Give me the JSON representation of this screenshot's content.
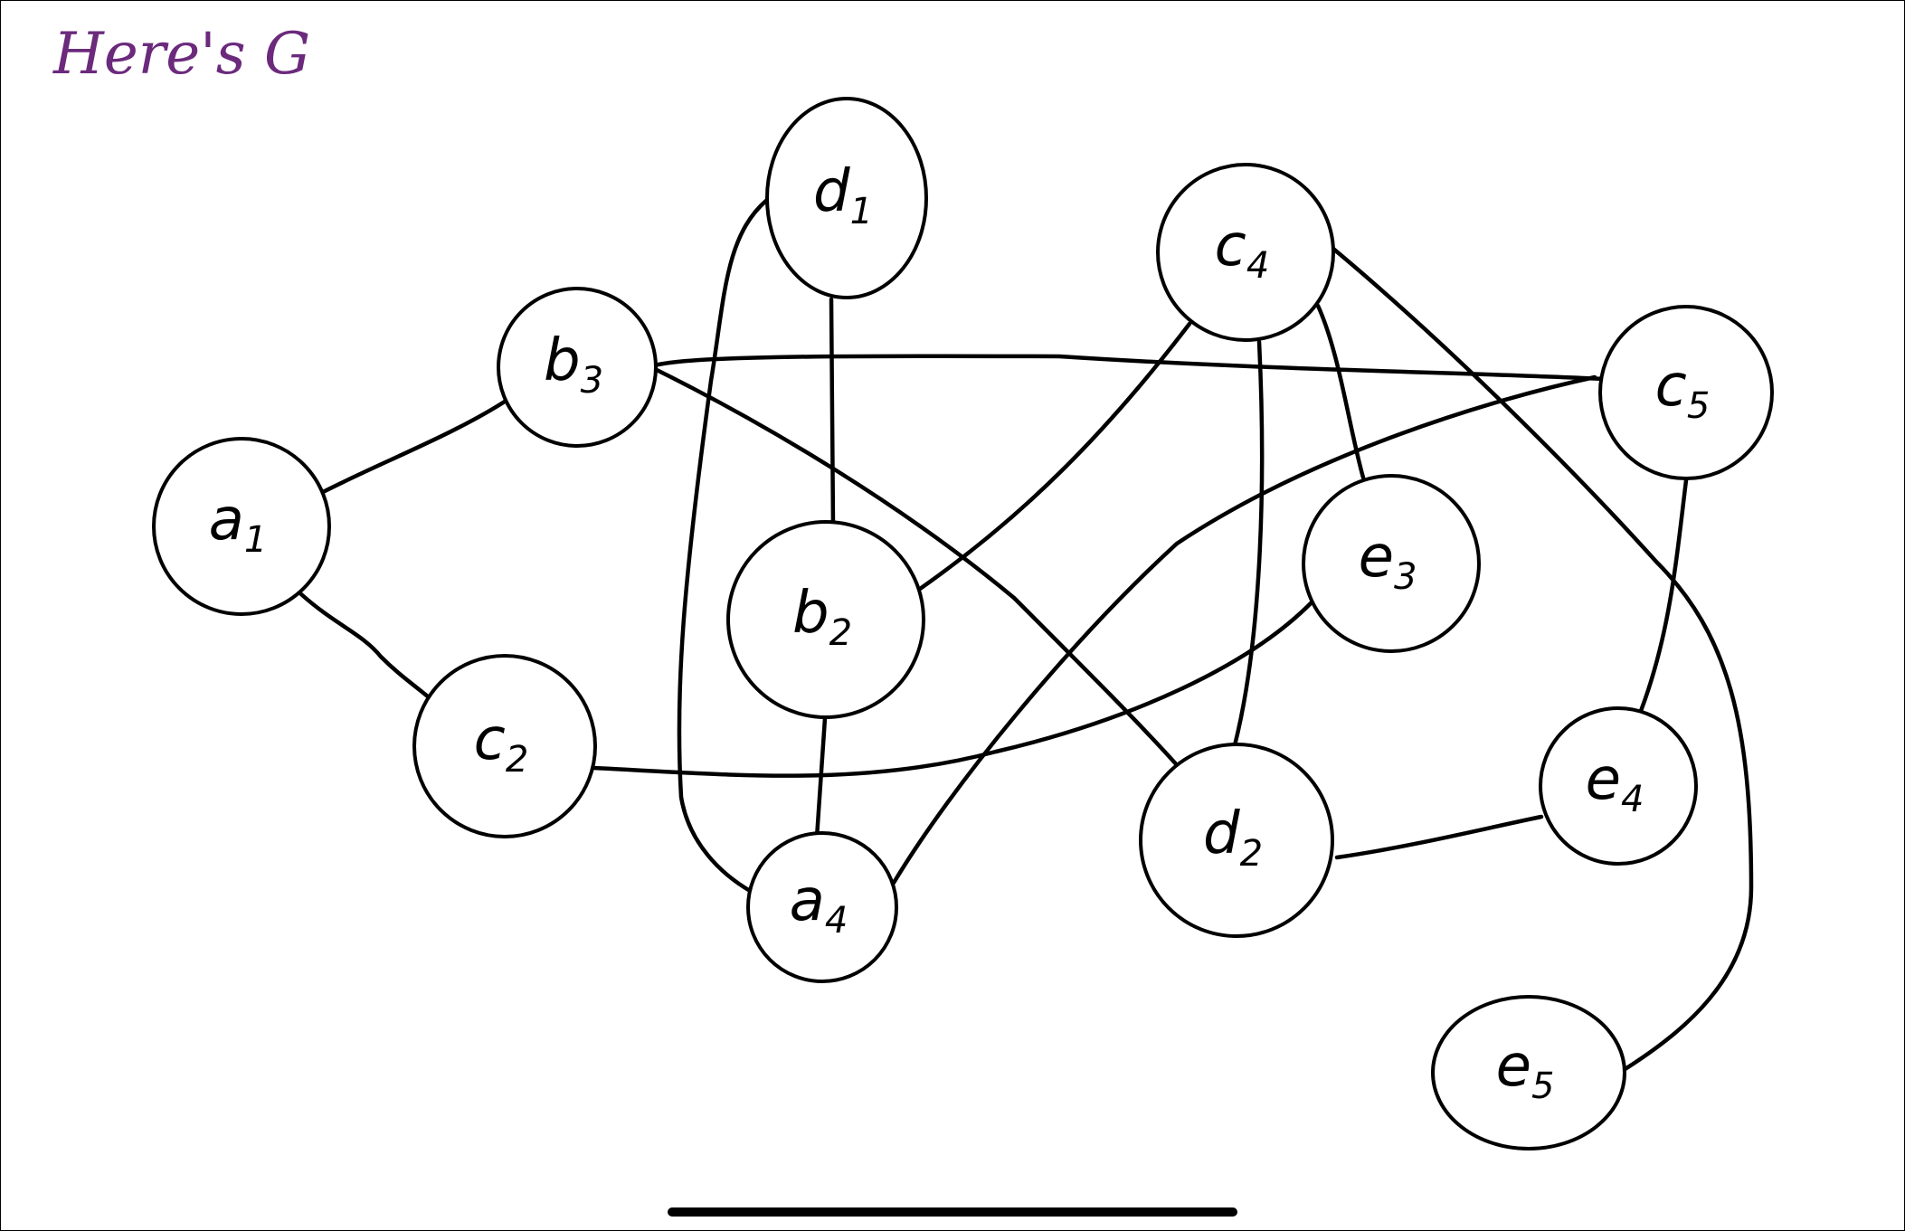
{
  "title": "Here's G",
  "colors": {
    "title": "#6b2a7c",
    "ink": "#000000",
    "background": "#ffffff"
  },
  "nodes": [
    {
      "id": "a1",
      "letter": "a",
      "sub": "1"
    },
    {
      "id": "b3",
      "letter": "b",
      "sub": "3"
    },
    {
      "id": "c2",
      "letter": "c",
      "sub": "2"
    },
    {
      "id": "d1",
      "letter": "d",
      "sub": "1"
    },
    {
      "id": "b2",
      "letter": "b",
      "sub": "2"
    },
    {
      "id": "a4",
      "letter": "a",
      "sub": "4"
    },
    {
      "id": "c4",
      "letter": "c",
      "sub": "4"
    },
    {
      "id": "e3",
      "letter": "e",
      "sub": "3"
    },
    {
      "id": "d2",
      "letter": "d",
      "sub": "2"
    },
    {
      "id": "c5",
      "letter": "c",
      "sub": "5"
    },
    {
      "id": "e4",
      "letter": "e",
      "sub": "4"
    },
    {
      "id": "e5",
      "letter": "e",
      "sub": "5"
    }
  ],
  "edges": [
    [
      "a1",
      "b3"
    ],
    [
      "a1",
      "c2"
    ],
    [
      "b3",
      "c5"
    ],
    [
      "b3",
      "d2"
    ],
    [
      "d1",
      "b2"
    ],
    [
      "d1",
      "a4"
    ],
    [
      "b2",
      "a4"
    ],
    [
      "b2",
      "c4"
    ],
    [
      "c2",
      "e3"
    ],
    [
      "a4",
      "c5"
    ],
    [
      "c4",
      "e3"
    ],
    [
      "c4",
      "d2"
    ],
    [
      "c4",
      "e5"
    ],
    [
      "c5",
      "e4"
    ],
    [
      "d2",
      "e4"
    ]
  ]
}
